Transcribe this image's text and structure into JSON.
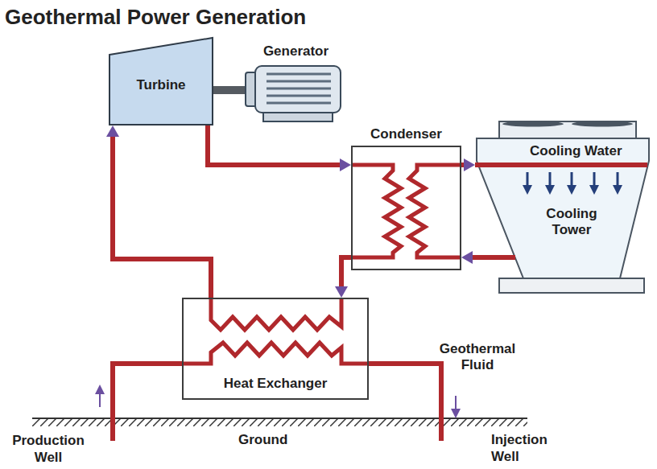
{
  "diagram": {
    "title": "Geothermal Power Generation",
    "nodes": [
      {
        "text": [
          "Turbine"
        ]
      },
      {
        "text": [
          "Generator"
        ]
      },
      {
        "text": [
          "Condenser"
        ]
      },
      {
        "text": [
          "Cooling Tower"
        ]
      },
      {
        "text": [
          "Heat Exchanger"
        ]
      }
    ],
    "edges": [
      {
        "from": 4,
        "to": 0,
        "arrow": "to"
      },
      {
        "from": 0,
        "to": 1,
        "arrow": "none"
      },
      {
        "from": 0,
        "to": 2,
        "arrow": "to"
      },
      {
        "from": 2,
        "to": 3,
        "arrow": "to"
      },
      {
        "from": 3,
        "to": 2,
        "arrow": "to"
      },
      {
        "from": 2,
        "to": 4,
        "arrow": "to"
      }
    ],
    "labels": [
      "Cooling Water",
      "Geothermal Fluid",
      "Production Well",
      "Ground",
      "Injection Well"
    ]
  }
}
